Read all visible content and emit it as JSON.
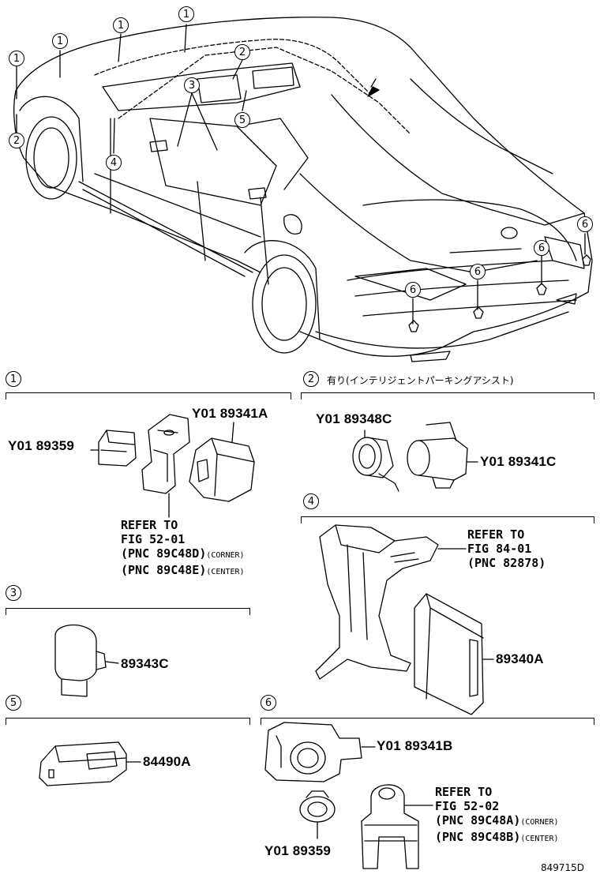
{
  "diagram_code": "849715D",
  "callout_numbers": [
    "1",
    "2",
    "3",
    "4",
    "5",
    "6"
  ],
  "sections": {
    "s1": {
      "number": "1"
    },
    "s2": {
      "number": "2",
      "note": "有り(インテリジェントパーキングアシスト)"
    },
    "s3": {
      "number": "3"
    },
    "s4": {
      "number": "4"
    },
    "s5": {
      "number": "5"
    },
    "s6": {
      "number": "6"
    }
  },
  "parts": {
    "p_89359_a": "Y01 89359",
    "p_89341a": "Y01 89341A",
    "p_89348c": "Y01 89348C",
    "p_89341c": "Y01 89341C",
    "p_89343c": "89343C",
    "p_89340a": "89340A",
    "p_84490a": "84490A",
    "p_89341b": "Y01 89341B",
    "p_89359_b": "Y01 89359"
  },
  "refs": {
    "r1": {
      "l1": "REFER TO",
      "l2": "FIG 52-01",
      "l3a": "(PNC 89C48D)",
      "l3b": "(CORNER)",
      "l4a": "(PNC 89C48E)",
      "l4b": "(CENTER)"
    },
    "r4": {
      "l1": "REFER TO",
      "l2": "FIG 84-01",
      "l3": "(PNC 82878)"
    },
    "r6": {
      "l1": "REFER TO",
      "l2": "FIG 52-02",
      "l3a": "(PNC 89C48A)",
      "l3b": "(CORNER)",
      "l4a": "(PNC 89C48B)",
      "l4b": "(CENTER)"
    }
  }
}
